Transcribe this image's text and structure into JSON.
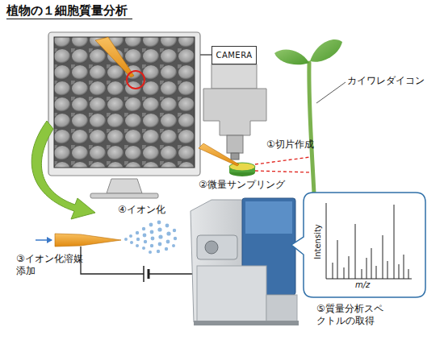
{
  "diagram": {
    "title": "植物の１細胞質量分析",
    "nodes": [
      {
        "text": [
          "CAMERA"
        ]
      },
      {
        "text": [
          "Intensity",
          "m/z"
        ]
      }
    ],
    "labels": [
      "カイワレダイコン",
      "①切片作成",
      "②微量サンプリング",
      "④イオン化",
      "③イオン化溶媒 添加",
      "⑤質量分析スペ クトルの取得"
    ]
  }
}
